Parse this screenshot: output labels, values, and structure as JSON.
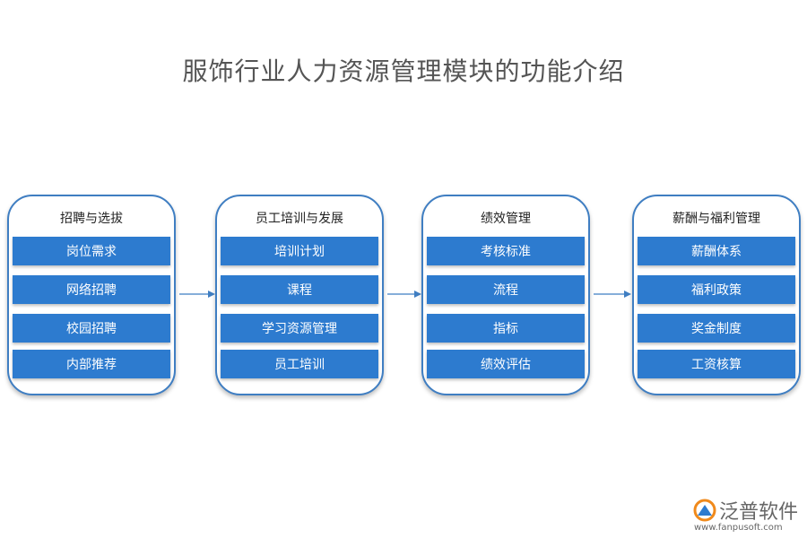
{
  "title": "服饰行业人力资源管理模块的功能介绍",
  "modules": [
    {
      "title": "招聘与选拔",
      "items": [
        "岗位需求",
        "网络招聘",
        "校园招聘",
        "内部推荐"
      ]
    },
    {
      "title": "员工培训与发展",
      "items": [
        "培训计划",
        "课程",
        "学习资源管理",
        "员工培训"
      ]
    },
    {
      "title": "绩效管理",
      "items": [
        "考核标准",
        "流程",
        "指标",
        "绩效评估"
      ]
    },
    {
      "title": "薪酬与福利管理",
      "items": [
        "薪酬体系",
        "福利政策",
        "奖金制度",
        "工资核算"
      ]
    }
  ],
  "logo": {
    "name": "泛普软件",
    "url": "www.fanpusoft.com"
  },
  "colors": {
    "accent": "#2d7bcf",
    "border": "#3f7ec2",
    "logo_orange": "#f08a1c"
  }
}
